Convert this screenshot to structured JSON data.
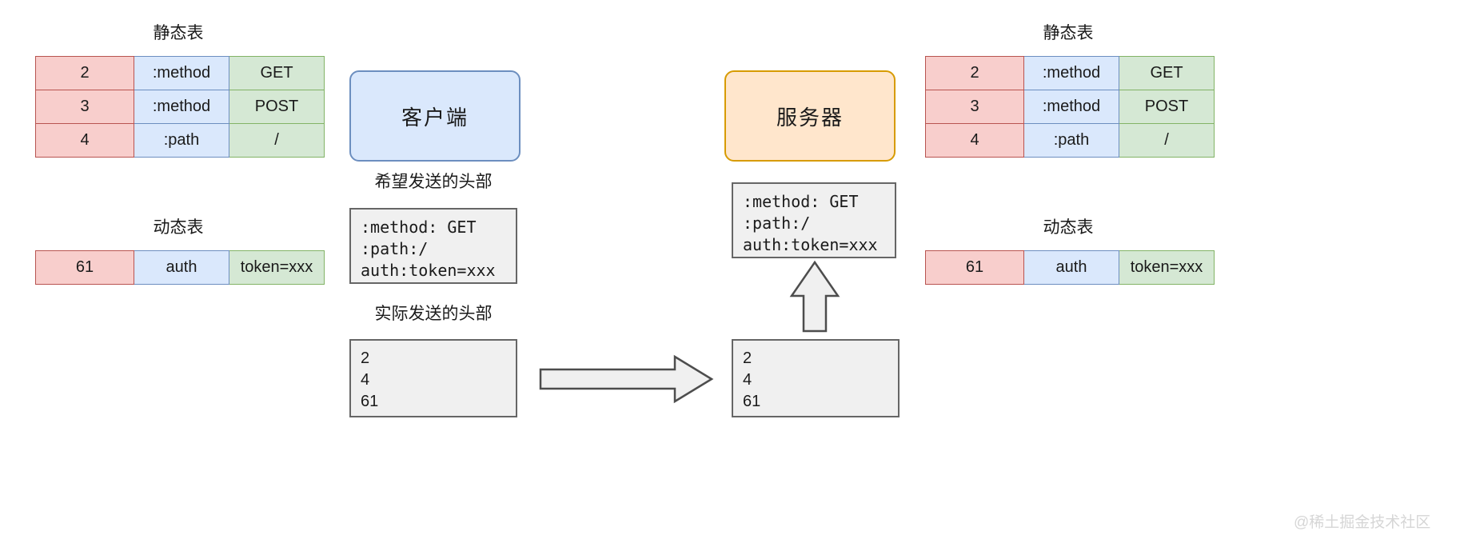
{
  "diagram": {
    "title_watermark": "@稀土掘金技术社区"
  },
  "left": {
    "static_table": {
      "caption": "静态表",
      "rows": [
        {
          "index": "2",
          "name": ":method",
          "value": "GET"
        },
        {
          "index": "3",
          "name": ":method",
          "value": "POST"
        },
        {
          "index": "4",
          "name": ":path",
          "value": "/"
        }
      ]
    },
    "dynamic_table": {
      "caption": "动态表",
      "rows": [
        {
          "index": "61",
          "name": "auth",
          "value": "token=xxx"
        }
      ]
    }
  },
  "right": {
    "static_table": {
      "caption": "静态表",
      "rows": [
        {
          "index": "2",
          "name": ":method",
          "value": "GET"
        },
        {
          "index": "3",
          "name": ":method",
          "value": "POST"
        },
        {
          "index": "4",
          "name": ":path",
          "value": "/"
        }
      ]
    },
    "dynamic_table": {
      "caption": "动态表",
      "rows": [
        {
          "index": "61",
          "name": "auth",
          "value": "token=xxx"
        }
      ]
    }
  },
  "nodes": {
    "client": "客户端",
    "server": "服务器"
  },
  "center": {
    "intended_header_caption": "希望发送的头部",
    "intended_header_body": ":method: GET\n:path:/\nauth:token=xxx",
    "actual_header_caption": "实际发送的头部",
    "actual_header_body": "2\n4\n61"
  },
  "server_side": {
    "decoded_header_body": ":method: GET\n:path:/\nauth:token=xxx",
    "received_payload_body": "2\n4\n61"
  },
  "colors": {
    "index_fill": "#f8cecc",
    "index_stroke": "#b85450",
    "name_fill": "#dae8fc",
    "name_stroke": "#6c8ebf",
    "value_fill": "#d5e8d4",
    "value_stroke": "#82b366",
    "client_fill": "#dae8fc",
    "client_stroke": "#6c8ebf",
    "server_fill": "#ffe6cc",
    "server_stroke": "#d79b00",
    "code_fill": "#f0f0f0",
    "code_stroke": "#666666",
    "arrow_stroke": "#4d4d4d"
  }
}
